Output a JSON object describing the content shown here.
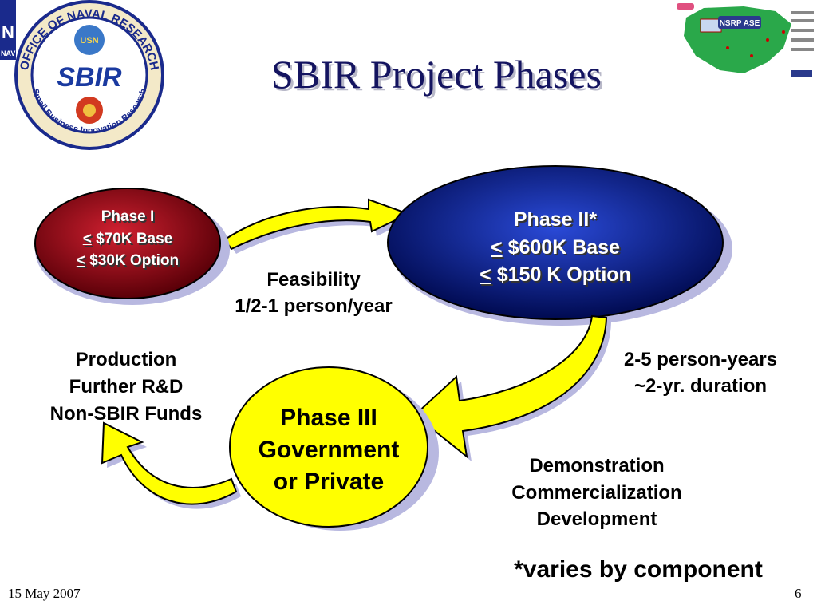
{
  "slide": {
    "title": "SBIR Project Phases",
    "date": "15 May 2007",
    "page_number": "6",
    "footnote": "*varies by component"
  },
  "logo_left": {
    "ring_text": "OFFICE OF NAVAL RESEARCH",
    "ring_bottom_text": "Small Business Innovation Research",
    "center_text": "SBIR",
    "badge_top": "USN",
    "corner_text": "NAV"
  },
  "logo_right": {
    "badge": "NSRP ASE"
  },
  "phase1": {
    "title": "Phase I",
    "line2_symbol": "<",
    "line2_text": " $70K Base",
    "line3_symbol": "<",
    "line3_text": " $30K Option",
    "color": "#a01020"
  },
  "phase2": {
    "title": "Phase II*",
    "line2_symbol": "<",
    "line2_text": " $600K Base",
    "line3_symbol": "<",
    "line3_text": " $150 K Option",
    "color": "#0a1f8c"
  },
  "phase3": {
    "line1": "Phase III",
    "line2": "Government",
    "line3": "or Private",
    "color": "#ffff00"
  },
  "labels": {
    "feasibility": [
      "Feasibility",
      "1/2-1 person/year"
    ],
    "phase2_effort": [
      "2-5 person-years",
      "~2-yr. duration"
    ],
    "phase2_activities": [
      "Demonstration",
      "Commercialization",
      "Development"
    ],
    "phase3_outcomes": [
      "Production",
      "Further R&D",
      "Non-SBIR Funds"
    ]
  },
  "colors": {
    "title": "#141460",
    "arrow_fill": "#ffff00",
    "shadow": "#b8b8e0"
  }
}
